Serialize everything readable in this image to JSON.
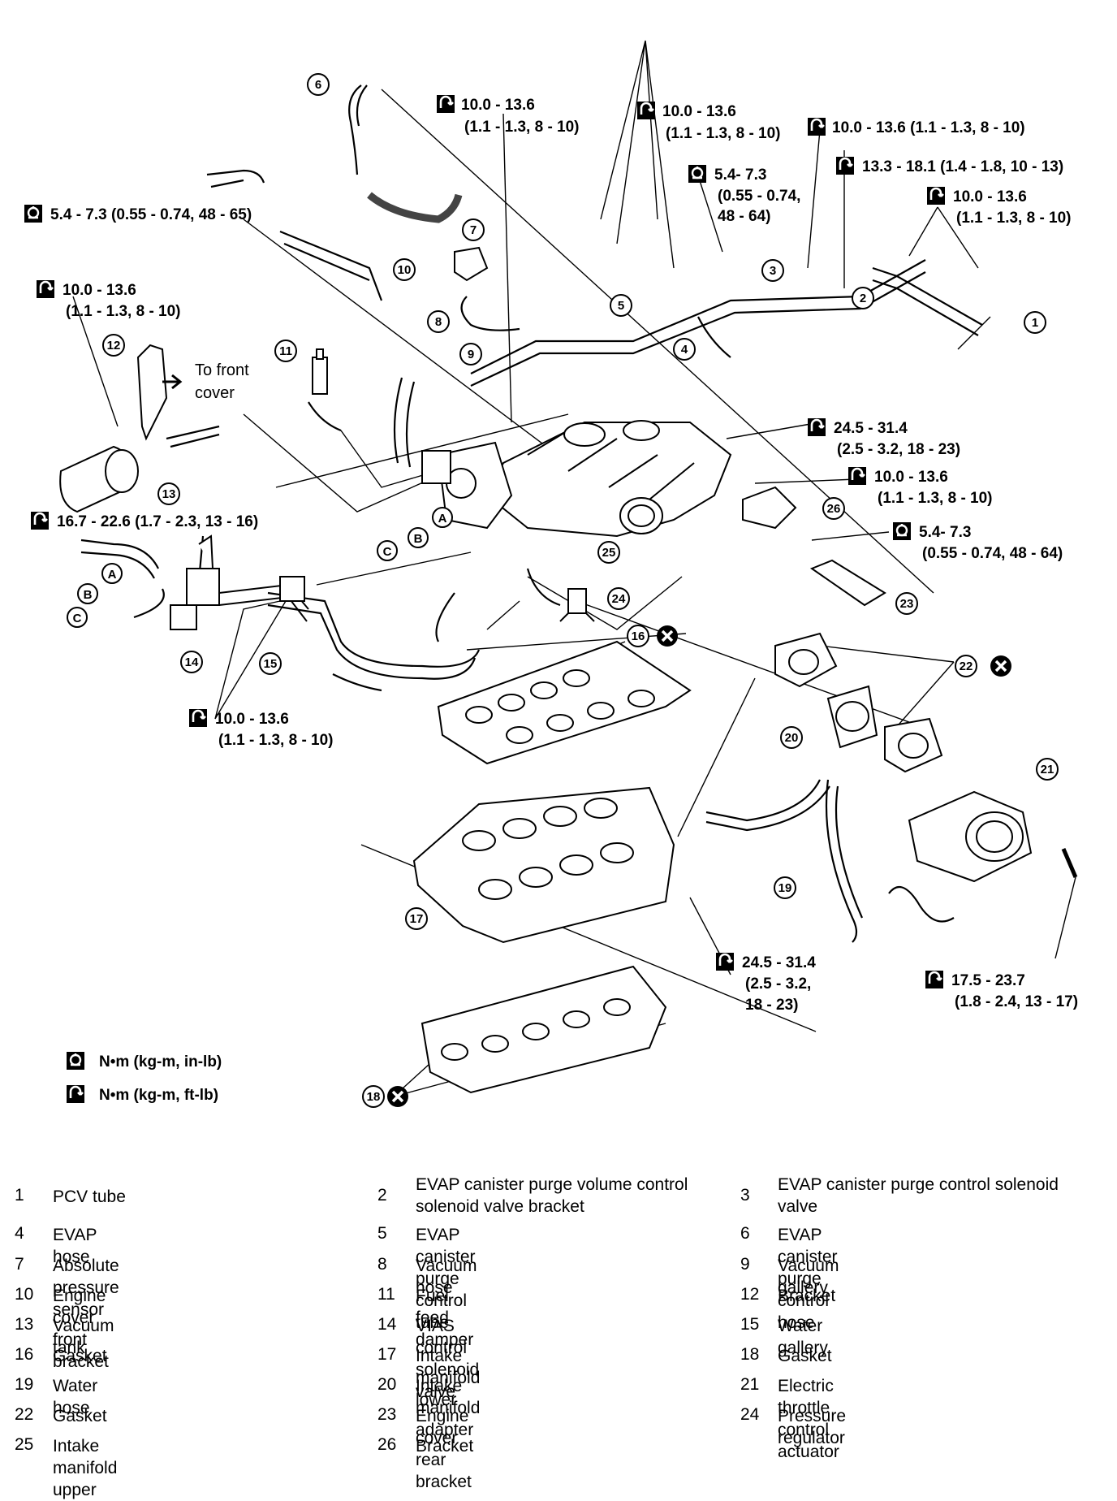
{
  "diagram": {
    "torque_specs": [
      {
        "id": "t1",
        "lines": [
          "10.0 - 13.6",
          "(1.1 - 1.3, 8 - 10)"
        ],
        "icon": "torque-ftlb-icon"
      },
      {
        "id": "t2",
        "lines": [
          "10.0 - 13.6",
          "(1.1 - 1.3, 8 - 10)"
        ],
        "icon": "torque-ftlb-icon"
      },
      {
        "id": "t3",
        "lines": [
          "10.0 - 13.6 (1.1 - 1.3, 8 - 10)"
        ],
        "icon": "torque-ftlb-icon"
      },
      {
        "id": "t4",
        "lines": [
          "13.3 - 18.1 (1.4 - 1.8, 10 - 13)"
        ],
        "icon": "torque-ftlb-icon"
      },
      {
        "id": "t5",
        "lines": [
          "5.4- 7.3",
          "(0.55 - 0.74,",
          "48 - 64)"
        ],
        "icon": "torque-inlb-icon"
      },
      {
        "id": "t6",
        "lines": [
          "10.0 - 13.6",
          "(1.1 - 1.3, 8 - 10)"
        ],
        "icon": "torque-ftlb-icon"
      },
      {
        "id": "t7",
        "lines": [
          "5.4 - 7.3 (0.55 - 0.74, 48 - 65)"
        ],
        "icon": "torque-inlb-icon"
      },
      {
        "id": "t8",
        "lines": [
          "10.0 - 13.6",
          "(1.1 - 1.3, 8 - 10)"
        ],
        "icon": "torque-ftlb-icon"
      },
      {
        "id": "t9",
        "lines": [
          "24.5 - 31.4",
          "(2.5 - 3.2, 18 - 23)"
        ],
        "icon": "torque-ftlb-icon"
      },
      {
        "id": "t10",
        "lines": [
          "10.0 - 13.6",
          "(1.1 - 1.3, 8 - 10)"
        ],
        "icon": "torque-ftlb-icon"
      },
      {
        "id": "t11",
        "lines": [
          "5.4- 7.3",
          "(0.55 - 0.74, 48 - 64)"
        ],
        "icon": "torque-inlb-icon"
      },
      {
        "id": "t12",
        "lines": [
          "16.7 - 22.6 (1.7 - 2.3, 13 - 16)"
        ],
        "icon": "torque-ftlb-icon"
      },
      {
        "id": "t13",
        "lines": [
          "10.0 - 13.6",
          "(1.1 - 1.3, 8 - 10)"
        ],
        "icon": "torque-ftlb-icon"
      },
      {
        "id": "t14",
        "lines": [
          "24.5 - 31.4",
          "(2.5 - 3.2,",
          "18 - 23)"
        ],
        "icon": "torque-ftlb-icon"
      },
      {
        "id": "t15",
        "lines": [
          "17.5 - 23.7",
          "(1.8 - 2.4, 13 - 17)"
        ],
        "icon": "torque-ftlb-icon"
      }
    ],
    "to_front_cover": [
      "To front",
      "cover"
    ],
    "callout_numbers": [
      "1",
      "2",
      "3",
      "4",
      "5",
      "6",
      "7",
      "8",
      "9",
      "10",
      "11",
      "12",
      "13",
      "14",
      "15",
      "16",
      "17",
      "18",
      "19",
      "20",
      "21",
      "22",
      "23",
      "24",
      "25",
      "26"
    ],
    "connector_letters": [
      "A",
      "B",
      "C"
    ],
    "legend": [
      {
        "icon": "torque-inlb-icon",
        "text": "N•m (kg-m, in-lb)"
      },
      {
        "icon": "torque-ftlb-icon",
        "text": "N•m (kg-m, ft-lb)"
      }
    ]
  },
  "parts": [
    {
      "num": "1",
      "name": "PCV tube"
    },
    {
      "num": "2",
      "name": "EVAP canister purge volume control solenoid valve bracket"
    },
    {
      "num": "3",
      "name": "EVAP canister purge control solenoid valve"
    },
    {
      "num": "4",
      "name": "EVAP hose"
    },
    {
      "num": "5",
      "name": "EVAP canister purge control tube"
    },
    {
      "num": "6",
      "name": "EVAP canister purge control hose"
    },
    {
      "num": "7",
      "name": "Absolute pressure sensor"
    },
    {
      "num": "8",
      "name": "Vacuum hose"
    },
    {
      "num": "9",
      "name": "Vacuum gallery"
    },
    {
      "num": "10",
      "name": "Engine cover front bracket"
    },
    {
      "num": "11",
      "name": "Fuel feed damper"
    },
    {
      "num": "12",
      "name": "Bracket"
    },
    {
      "num": "13",
      "name": "Vacuum tank"
    },
    {
      "num": "14",
      "name": "VIAS control solenoid valve"
    },
    {
      "num": "15",
      "name": "Water gallery"
    },
    {
      "num": "16",
      "name": "Gasket"
    },
    {
      "num": "17",
      "name": "Intake manifold lower"
    },
    {
      "num": "18",
      "name": "Gasket"
    },
    {
      "num": "19",
      "name": "Water hose"
    },
    {
      "num": "20",
      "name": "Intake manifold adapter"
    },
    {
      "num": "21",
      "name": "Electric throttle control actuator"
    },
    {
      "num": "22",
      "name": "Gasket"
    },
    {
      "num": "23",
      "name": "Engine cover rear bracket"
    },
    {
      "num": "24",
      "name": "Pressure regulator"
    },
    {
      "num": "25",
      "name": "Intake manifold upper"
    },
    {
      "num": "26",
      "name": "Bracket"
    }
  ]
}
